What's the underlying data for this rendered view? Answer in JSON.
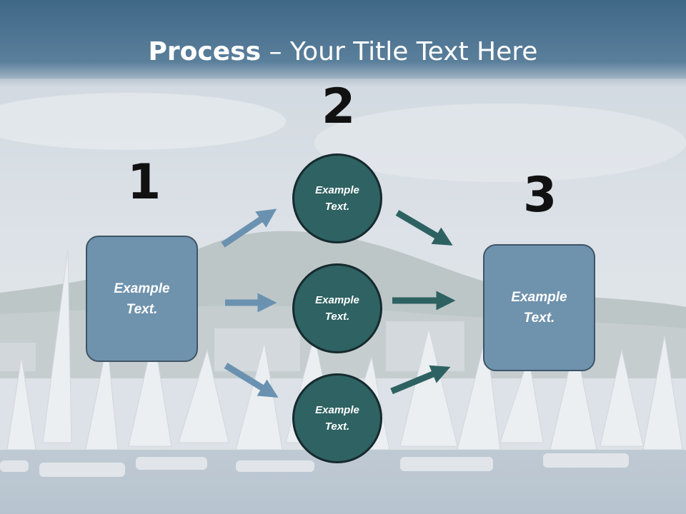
{
  "title": {
    "bold": "Process",
    "rest": " – Your Title Text Here"
  },
  "numbers": {
    "n1": "1",
    "n2": "2",
    "n3": "3"
  },
  "boxes": {
    "left": {
      "line1": "Example",
      "line2": "Text."
    },
    "right": {
      "line1": "Example",
      "line2": "Text."
    }
  },
  "circles": [
    {
      "line1": "Example",
      "line2": "Text."
    },
    {
      "line1": "Example",
      "line2": "Text."
    },
    {
      "line1": "Example",
      "line2": "Text."
    }
  ],
  "colors": {
    "box_fill": "#6f92ad",
    "circle_fill": "#2f6262",
    "arrow_light": "#6a92b0",
    "arrow_dark": "#2e6262",
    "title_band": "#4d7593"
  }
}
